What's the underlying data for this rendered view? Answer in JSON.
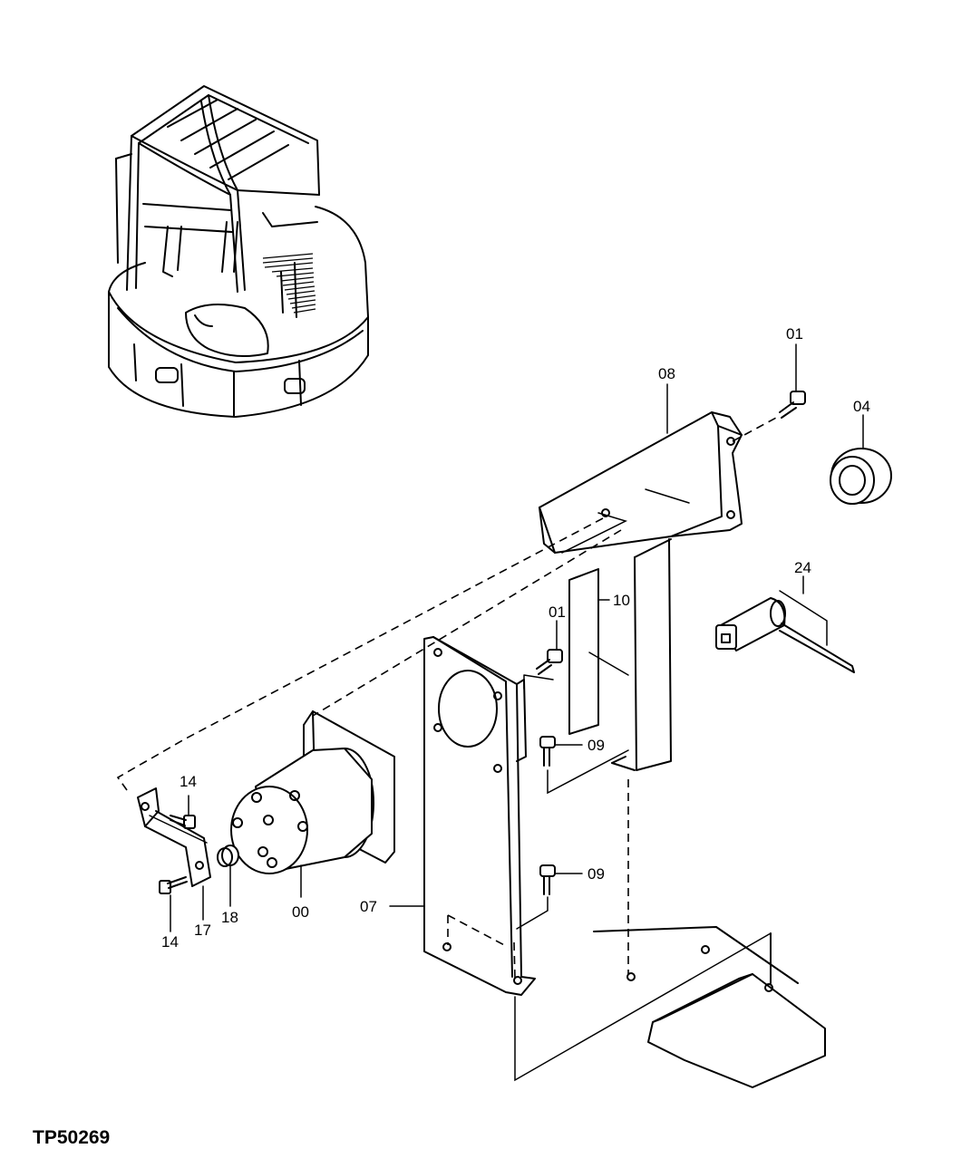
{
  "figure_code": "TP50269",
  "callouts": {
    "c00": "00",
    "c01_top": "01",
    "c01_mid": "01",
    "c04": "04",
    "c07": "07",
    "c08": "08",
    "c09_top": "09",
    "c09_bottom": "09",
    "c10": "10",
    "c14_top": "14",
    "c14_bottom": "14",
    "c17": "17",
    "c18": "18",
    "c24": "24"
  }
}
